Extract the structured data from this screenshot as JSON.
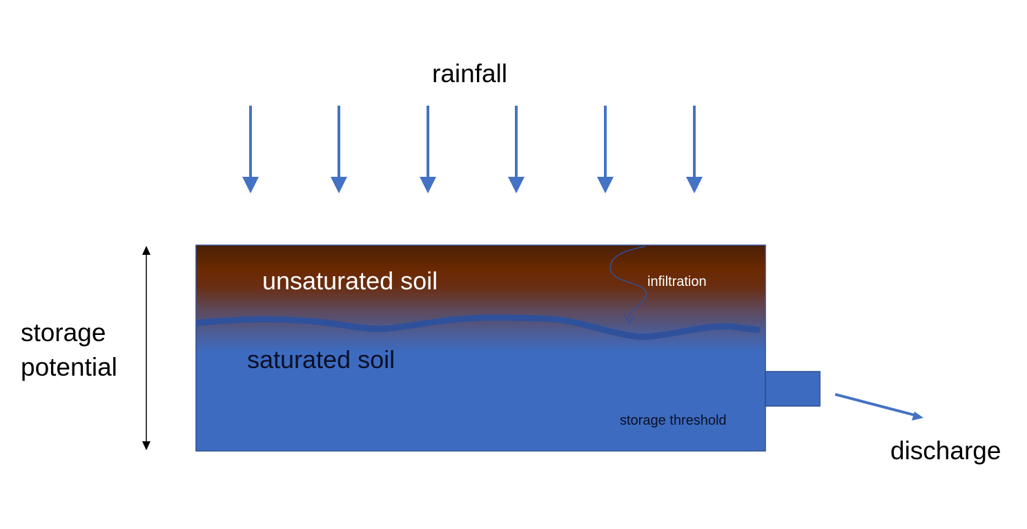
{
  "labels": {
    "rainfall": "rainfall",
    "storage_potential_line1": "storage",
    "storage_potential_line2": "potential",
    "unsaturated_soil": "unsaturated soil",
    "saturated_soil": "saturated soil",
    "infiltration": "infiltration",
    "storage_threshold": "storage threshold",
    "discharge": "discharge"
  },
  "colors": {
    "arrow_blue": "#4472c4",
    "soil_brown_dark": "#4a1f05",
    "soil_brown": "#6b2a02",
    "water_blue": "#3d6bc0",
    "water_table": "#2f519c",
    "box_border": "#2f4f8f"
  }
}
